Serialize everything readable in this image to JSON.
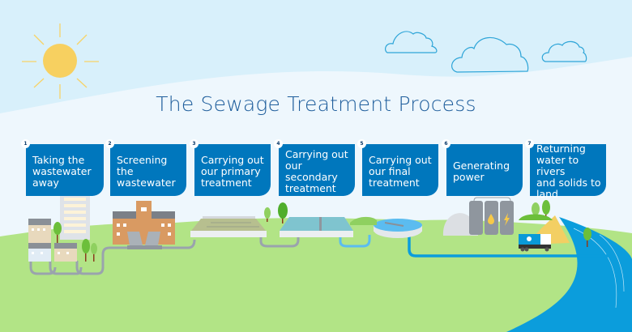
{
  "title": "The Sewage Treatment Process",
  "colors": {
    "sky": "#d8f0fb",
    "sky_light": "#eef7fd",
    "grass": "#b2e486",
    "step_box": "#0077bd",
    "title": "#1f5e9c",
    "river": "#0b9ddc",
    "sun": "#f7d060",
    "pipe_grey": "#9aa3ad",
    "pipe_blue": "#5bbcf0"
  },
  "steps": [
    {
      "number": "1",
      "label": "Taking the\nwastewater\naway"
    },
    {
      "number": "2",
      "label": "Screening the\nwastewater"
    },
    {
      "number": "3",
      "label": "Carrying out\nour primary\ntreatment"
    },
    {
      "number": "4",
      "label": "Carrying out\nour secondary\ntreatment"
    },
    {
      "number": "5",
      "label": "Carrying out\nour final\ntreatment"
    },
    {
      "number": "6",
      "label": "Generating\npower"
    },
    {
      "number": "7",
      "label": "Returning\nwater to rivers\nand solids to\nland"
    }
  ],
  "icons": [
    "sun-icon",
    "cloud-icon",
    "houses-icon",
    "tower-block-icon",
    "screening-building-icon",
    "primary-tank-icon",
    "secondary-tank-icon",
    "final-clarifier-icon",
    "digester-dome-icon",
    "storage-tanks-icon",
    "droplet-icon",
    "lightning-icon",
    "tanker-truck-icon",
    "sludge-pile-icon",
    "river-icon",
    "tree-icon"
  ]
}
